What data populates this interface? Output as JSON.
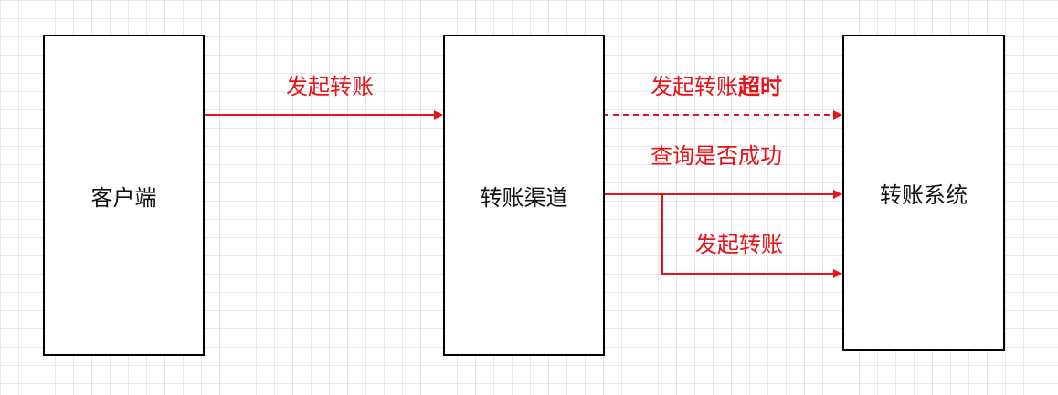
{
  "colors": {
    "arrow": "#e8131a",
    "box_border": "#000000",
    "grid": "#e6e6e6"
  },
  "nodes": {
    "client": "客户端",
    "channel": "转账渠道",
    "system": "转账系统"
  },
  "edges": {
    "client_to_channel": "发起转账",
    "channel_timeout_prefix": "发起转账",
    "channel_timeout_emphasis": "超时",
    "query_success": "查询是否成功",
    "retry_transfer": "发起转账"
  }
}
